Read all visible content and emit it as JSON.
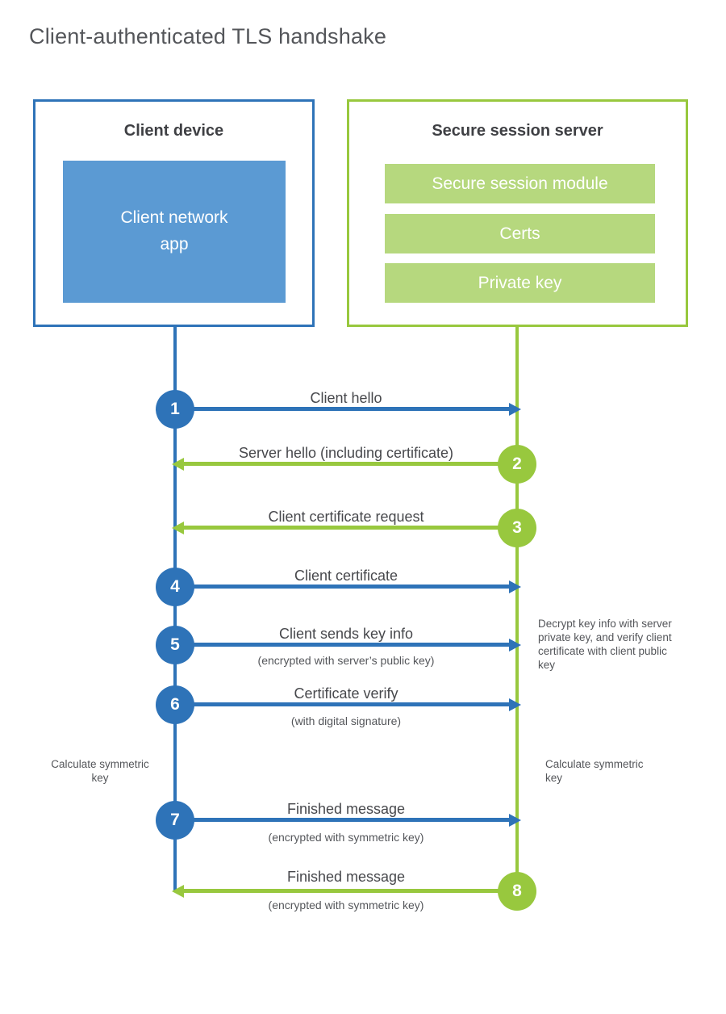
{
  "title": "Client-authenticated TLS handshake",
  "colors": {
    "blue": "#2e73b8",
    "blue_light": "#5b9ad3",
    "green": "#98c83e",
    "green_light": "#b6d87e"
  },
  "client_box": {
    "title": "Client device",
    "module": "Client network app"
  },
  "server_box": {
    "title": "Secure session server",
    "modules": [
      "Secure session module",
      "Certs",
      "Private key"
    ]
  },
  "steps": [
    {
      "num": "1",
      "label": "Client hello",
      "sublabel": "",
      "direction": "client-to-server",
      "color": "blue"
    },
    {
      "num": "2",
      "label": "Server hello (including certificate)",
      "sublabel": "",
      "direction": "server-to-client",
      "color": "green"
    },
    {
      "num": "3",
      "label": "Client certificate request",
      "sublabel": "",
      "direction": "server-to-client",
      "color": "green"
    },
    {
      "num": "4",
      "label": "Client certificate",
      "sublabel": "",
      "direction": "client-to-server",
      "color": "blue"
    },
    {
      "num": "5",
      "label": "Client sends key info",
      "sublabel": "(encrypted with server’s public key)",
      "direction": "client-to-server",
      "color": "blue"
    },
    {
      "num": "6",
      "label": "Certificate verify",
      "sublabel": "(with digital signature)",
      "direction": "client-to-server",
      "color": "blue"
    },
    {
      "num": "7",
      "label": "Finished message",
      "sublabel": "(encrypted with symmetric key)",
      "direction": "client-to-server",
      "color": "blue"
    },
    {
      "num": "8",
      "label": "Finished message",
      "sublabel": "(encrypted with symmetric key)",
      "direction": "server-to-client",
      "color": "green"
    }
  ],
  "annotations": {
    "decrypt_note": "Decrypt key info with server private key, and verify client certificate with client public key",
    "calc_left": "Calculate symmetric key",
    "calc_right": "Calculate symmetric key"
  }
}
